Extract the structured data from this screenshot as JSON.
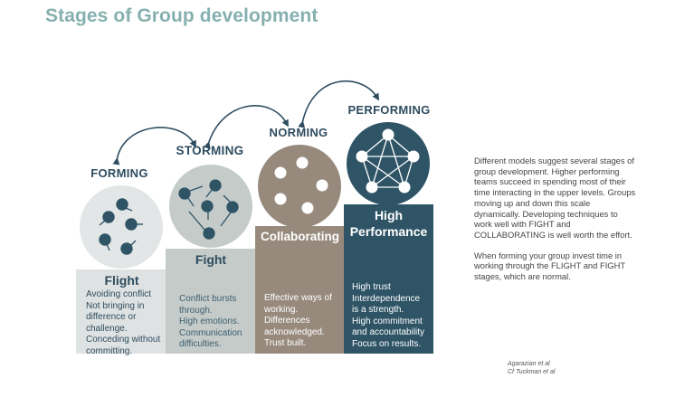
{
  "title": "Stages of Group development",
  "colors": {
    "title": "#86b0b0",
    "label": "#2e4c5f",
    "forming_circle": "#e3e6e6",
    "forming_block": "#dfe2e2",
    "storming_circle": "#c5cbc9",
    "storming_block": "#c5cbc9",
    "norming": "#978a7d",
    "performing": "#2e5466",
    "dot": "#2e5466"
  },
  "stages": [
    {
      "label": "FORMING",
      "block_title": "Flight",
      "lines": [
        "Avoiding conflict",
        "Not bringing in",
        "difference or",
        "challenge.",
        "Conceding without",
        "committing."
      ],
      "icon": "scattered-dots-icon"
    },
    {
      "label": "STORMING",
      "block_title": "Fight",
      "lines": [
        "Conflict bursts",
        "through.",
        "High emotions.",
        "Communication",
        "difficulties."
      ],
      "icon": "conflict-arrows-icon"
    },
    {
      "label": "NORMING",
      "block_title": "Collaborating",
      "lines": [
        "Effective ways of",
        "working.",
        "Differences",
        "acknowledged.",
        "Trust built."
      ],
      "icon": "circle-dots-icon"
    },
    {
      "label": "PERFORMING",
      "block_title_1": "High",
      "block_title_2": "Performance",
      "lines": [
        "High trust",
        "Interdependence",
        "is a strength.",
        "High commitment",
        "and accountability",
        "Focus on results."
      ],
      "icon": "network-pentagon-icon"
    }
  ],
  "side_text": {
    "paragraph_1": "Different models suggest several stages of group development. Higher performing teams succeed in spending most of their time interacting in the upper levels. Groups moving up and down this scale dynamically. Developing techniques to work well with FIGHT and COLLABORATING is well worth the effort.",
    "paragraph_2": "When forming your group invest time in working through the FLIGHT and FIGHT stages, which are normal."
  },
  "citation": {
    "line_1": "Agarazian et al",
    "line_2": "Cf Tuckman et al"
  }
}
